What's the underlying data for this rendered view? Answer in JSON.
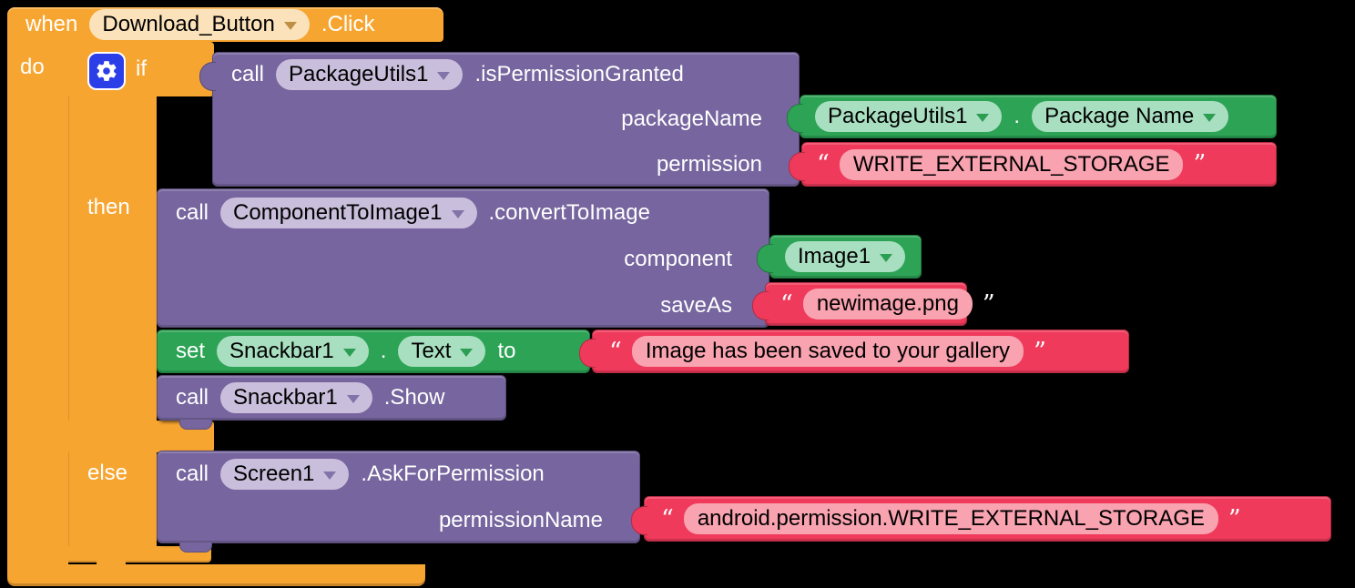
{
  "colors": {
    "canvas_bg": "#000000",
    "event_orange": "#F7A531",
    "method_purple": "#76659E",
    "component_green": "#2DA355",
    "text_red": "#EF3A5B",
    "dropdown_light_purple": "#C9BFDC",
    "dropdown_light_green": "#A9DFC1",
    "dropdown_cream": "#FBE2BA",
    "text_field_pink": "#F9A2B0",
    "gear_blue": "#2C3EE8"
  },
  "icons": {
    "gear": "gear-icon",
    "dropdown_arrow": "chevron-down-icon"
  },
  "quotes": {
    "open": "“",
    "close": "”"
  },
  "event_block": {
    "when_label": "when",
    "component": "Download_Button",
    "event": ".Click",
    "do_label": "do"
  },
  "if_block": {
    "if_label": "if",
    "then_label": "then",
    "else_label": "else"
  },
  "call_is_permission_granted": {
    "call_label": "call",
    "component": "PackageUtils1",
    "method": ".isPermissionGranted",
    "params": [
      "packageName",
      "permission"
    ]
  },
  "package_name_getter": {
    "component": "PackageUtils1",
    "dot": ".",
    "property": "Package Name"
  },
  "permission_text": {
    "value": "WRITE_EXTERNAL_STORAGE"
  },
  "call_convert_to_image": {
    "call_label": "call",
    "component": "ComponentToImage1",
    "method": ".convertToImage",
    "params": [
      "component",
      "saveAs"
    ]
  },
  "image_getter": {
    "component": "Image1"
  },
  "save_as_text": {
    "value": "newimage.png"
  },
  "set_snackbar_text": {
    "set_label": "set",
    "component": "Snackbar1",
    "dot": ".",
    "property": "Text",
    "to_label": "to"
  },
  "snackbar_message": {
    "value": "Image has been saved to your gallery"
  },
  "call_snackbar_show": {
    "call_label": "call",
    "component": "Snackbar1",
    "method": ".Show"
  },
  "call_ask_for_permission": {
    "call_label": "call",
    "component": "Screen1",
    "method": ".AskForPermission",
    "params": [
      "permissionName"
    ]
  },
  "permission_name_text": {
    "value": "android.permission.WRITE_EXTERNAL_STORAGE"
  }
}
